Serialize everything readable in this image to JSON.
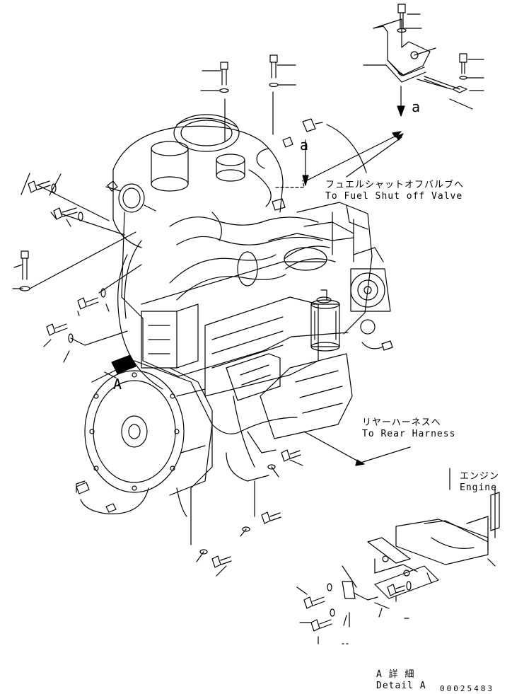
{
  "labels": {
    "fuel_shutoff_jp": "フュエルシャットオフバルブへ",
    "fuel_shutoff_en": "To Fuel Shut off Valve",
    "rear_harness_jp": "リヤーハーネスへ",
    "rear_harness_en": "To Rear Harness",
    "engine_jp": "エンジン",
    "engine_en": "Engine",
    "view_a_lower": "a",
    "view_a_lower_2": "a",
    "view_a_upper": "A",
    "detail_jp": "A 詳 細",
    "detail_en": "Detail A",
    "drawing_number": "00025483"
  }
}
